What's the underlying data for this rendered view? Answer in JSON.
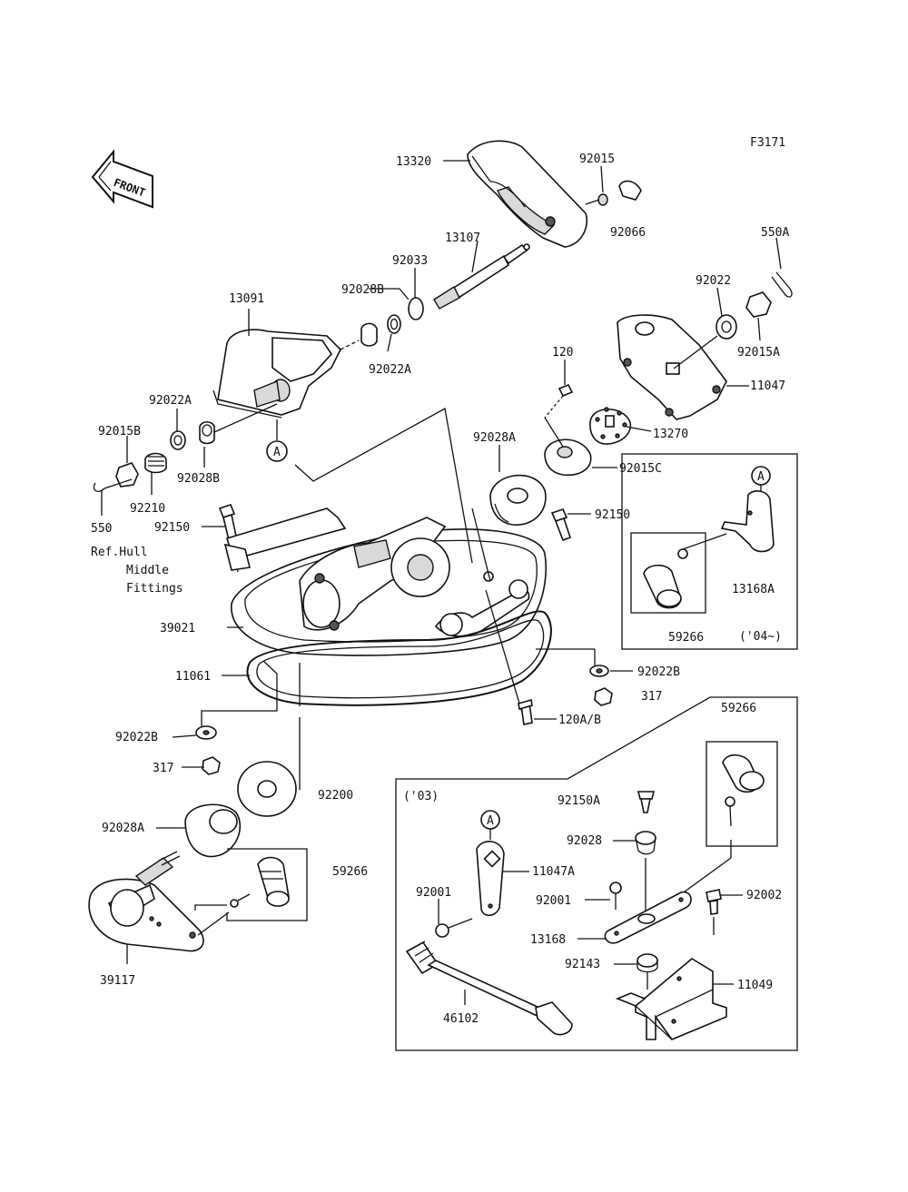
{
  "figure_code": "F3171",
  "front_label": "FRONT",
  "ref_note": [
    "Ref.Hull",
    "Middle",
    "Fittings"
  ],
  "marker": "A",
  "variant_labels": {
    "y04": "('04~)",
    "y03": "('03)"
  },
  "parts": {
    "p13320": "13320",
    "p92015": "92015",
    "p92066": "92066",
    "p550A": "550A",
    "p13107": "13107",
    "p92033": "92033",
    "p92028B_top": "92028B",
    "p13091": "13091",
    "p92022A_top": "92022A",
    "p92022_right": "92022",
    "p92015A": "92015A",
    "p120": "120",
    "p11047": "11047",
    "p92022A_left": "92022A",
    "p92015B": "92015B",
    "p92028B_left": "92028B",
    "p92028A_top": "92028A",
    "p13270": "13270",
    "p92015C": "92015C",
    "p92210": "92210",
    "p550": "550",
    "p92150_left": "92150",
    "p92150_right": "92150",
    "p13168A": "13168A",
    "p59266_a": "59266",
    "p39021": "39021",
    "p11061": "11061",
    "p92022B_right": "92022B",
    "p317_right": "317",
    "p120AB": "120A/B",
    "p59266_b": "59266",
    "p92022B_left": "92022B",
    "p317_left": "317",
    "p92200": "92200",
    "p92150A": "92150A",
    "p92028A_bottom": "92028A",
    "p92028": "92028",
    "p59266_c": "59266",
    "p11047A": "11047A",
    "p92001_a": "92001",
    "p92001_b": "92001",
    "p92002": "92002",
    "p13168": "13168",
    "p92143": "92143",
    "p39117": "39117",
    "p11049": "11049",
    "p46102": "46102"
  }
}
